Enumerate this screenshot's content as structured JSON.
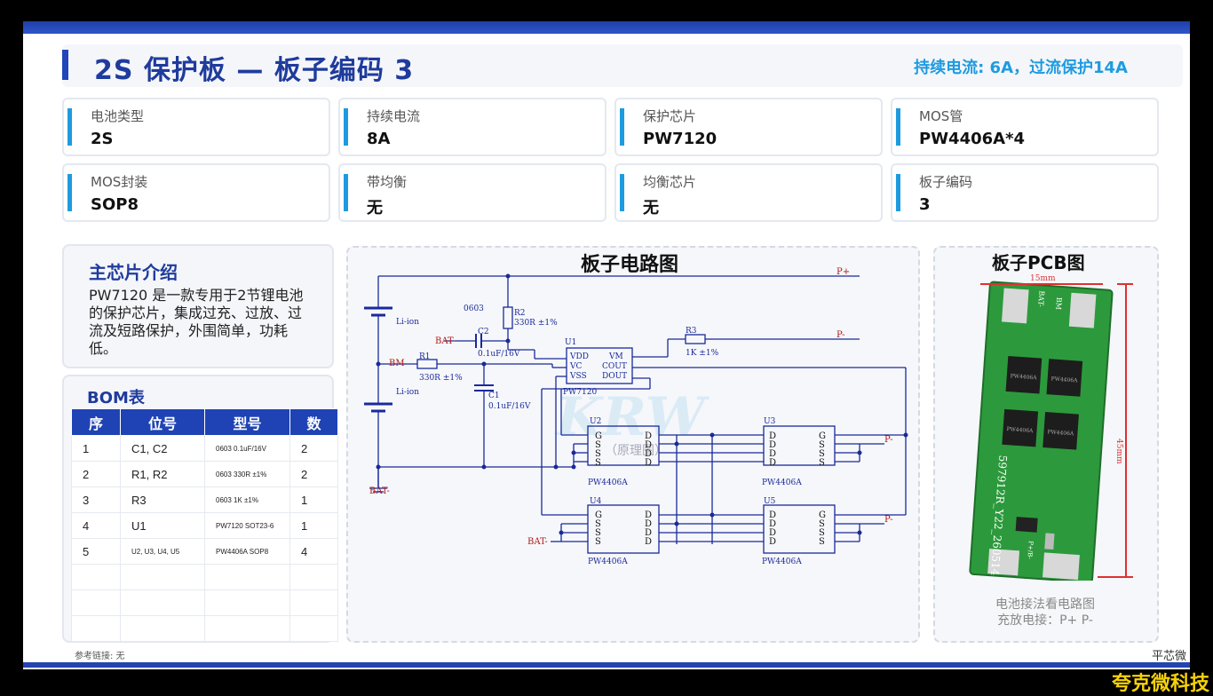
{
  "header": {
    "title": "2S 保护板 — 板子编码 3",
    "subtitle": "持续电流: 6A，过流保护14A"
  },
  "specs": [
    {
      "label": "电池类型",
      "value": "2S"
    },
    {
      "label": "持续电流",
      "value": "8A"
    },
    {
      "label": "保护芯片",
      "value": "PW7120"
    },
    {
      "label": "MOS管",
      "value": "PW4406A*4"
    },
    {
      "label": "MOS封装",
      "value": "SOP8"
    },
    {
      "label": "带均衡",
      "value": "无"
    },
    {
      "label": "均衡芯片",
      "value": "无"
    },
    {
      "label": "板子编码",
      "value": "3"
    }
  ],
  "intro": {
    "title": "主芯片介绍",
    "text": "PW7120 是一款专用于2节锂电池的保护芯片，集成过充、过放、过流及短路保护，外围简单，功耗低。"
  },
  "bom": {
    "title": "BOM表",
    "headers": [
      "序",
      "位号",
      "型号",
      "数"
    ],
    "rows": [
      {
        "no": "1",
        "ref": "C1, C2",
        "model": "0603 0.1uF/16V",
        "qty": "2"
      },
      {
        "no": "2",
        "ref": "R1, R2",
        "model": "0603 330R ±1%",
        "qty": "2"
      },
      {
        "no": "3",
        "ref": "R3",
        "model": "0603 1K ±1%",
        "qty": "1"
      },
      {
        "no": "4",
        "ref": "U1",
        "model": "PW7120 SOT23-6",
        "qty": "1"
      },
      {
        "no": "5",
        "ref": "U2, U3, U4, U5",
        "model": "PW4406A SOP8",
        "qty": "4"
      }
    ]
  },
  "schematic": {
    "title": "板子电路图",
    "labels": {
      "p_plus": "P+",
      "p_minus": "P-",
      "p_minus2": "P-",
      "p_minus3": "P-",
      "bat_minus": "BAT-",
      "bat_minus2": "BAT-",
      "bat_minus3": "BAT-",
      "bm": "BM",
      "liion1": "Li-ion",
      "liion2": "Li-ion",
      "r1": "R1",
      "r1v": "330R ±1%",
      "r2": "R2",
      "r2v": "330R ±1%",
      "r3": "R3",
      "r3v": "1K ±1%",
      "c1": "C1",
      "c1v": "0.1uF/16V",
      "c2": "C2",
      "c2v": "0.1uF/16V",
      "pkg": "0603",
      "u1": "U1",
      "u1name": "PW7120",
      "u2": "U2",
      "u3": "U3",
      "u4": "U4",
      "u5": "U5",
      "mos": "PW4406A",
      "vdd": "VDD",
      "vc": "VC",
      "vss": "VSS",
      "vm": "VM",
      "cout": "COUT",
      "dout": "DOUT",
      "g": "G",
      "s": "S",
      "d": "D",
      "watermark": "KRW",
      "wm_sub": "（原理图）"
    }
  },
  "pcb": {
    "title": "板子PCB图",
    "dim_w": "15mm",
    "dim_h": "45mm",
    "silk_bat": "BAT-",
    "silk_bm": "BM",
    "silk_code": "597912R_Y22_260514",
    "silk_pb": "P+/B-",
    "chip_text": "PW4406A",
    "note1": "电池接法看电路图",
    "note2": "充放电接：P+ P-"
  },
  "footer": {
    "left": "参考链接: 无",
    "right": "平芯微",
    "brand": "夸克微科技"
  },
  "colors": {
    "accent": "#1f3b9c",
    "highlight": "#1e9be0",
    "pcb": "#2c9a3c",
    "wire": "#1a2a9a",
    "label": "#b01818"
  }
}
